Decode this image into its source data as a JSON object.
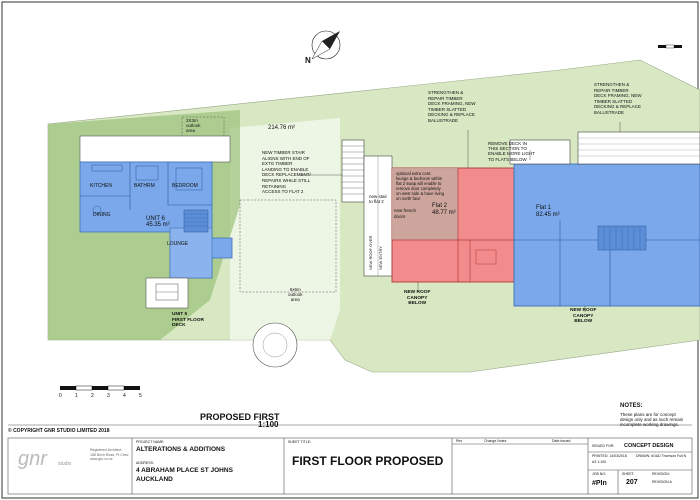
{
  "plan": {
    "lot_area": "214.76 m²",
    "rooms": {
      "kitchen": "KITCHEN",
      "bathrm": "BATHRM",
      "bedroom": "BEDROOM",
      "dining": "DINING",
      "unit6_name": "UNIT 6",
      "unit6_area": "45.35 m²",
      "lounge": "LOUNGE",
      "flat2_name": "Flat 2",
      "flat2_area": "48.77 m²",
      "flat1_name": "Flat 1",
      "flat1_area": "82.45 m²",
      "new_french_doors": "new french doors"
    },
    "notes": {
      "outlook_3x3": "3X3m\noutlook\narea",
      "outlook_6x6": "6x6m\noutlook\narea",
      "timber_stair": "NEW TIMBER STAIR\nALIGNS WITH END OF\nEXTG TIMBER\nLANDING TO ENABLE\nDECK REPLACEMENT/\nREPAIRS WHILE STILL\nRETAINING\nACCESS TO FLAT 2",
      "strengthen_1": "STRENGTHEN &\nREPAIR TIMBER\nDECK FRAMING, NEW\nTIMBER SLATTED\nDECKING & REPLACE\nBALUSTRADE",
      "strengthen_2": "STRENGTHEN &\nREPAIR TIMBER\nDECK FRAMING, NEW\nTIMBER SLATTED\nDECKING & REPLACE\nBALUSTRADE",
      "remove_deck": "REMOVE DECK IN\nTHIS SECTION TO\nENABLE MORE LIGHT\nTO FLATS BELOW",
      "optional_extra": "optional extra cost:\nlounge & bedroom within\nflat 2 swap will enable to\nremove door completely\non west side & have living\non north face",
      "new_stair": "new stair\nto flat 2",
      "new_roof_over": "NEW ROOF OVER",
      "new_entry": "NEW ENTRY",
      "canopy_1": "NEW ROOF\nCANOPY\nBELOW",
      "canopy_2": "NEW ROOF\nCANOPY\nBELOW",
      "unit5_deck": "UNIT 5\nFIRST FLOOR\nDECK"
    },
    "scale_bar_ticks": [
      "0",
      "1",
      "2",
      "3",
      "4",
      "5"
    ],
    "north_label": "N",
    "plan_title": "PROPOSED FIRST",
    "plan_scale": "1:100",
    "notes_heading": "NOTES:",
    "notes_text": "These plans are for concept\ndesign only and as such remain\nincomplete working drawings."
  },
  "title_block": {
    "copyright": "© COPYRIGHT GNR STUDIO LIMITED 2018",
    "project_name_label": "PROJECT NAME:",
    "project_name": "ALTERATIONS & ADDITIONS",
    "address_label": "ADDRESS:",
    "address_1": "4 ABRAHAM PLACE ST JOHNS",
    "address_2": "AUCKLAND",
    "sheet_title_label": "SHEET TITLE:",
    "sheet_title": "FIRST FLOOR PROPOSED",
    "rev_label": "Rev",
    "change_notes_label": "Change Notes",
    "date_issued_label": "Date issued",
    "issued_for_label": "ISSUED FOR:",
    "issued_for": "CONCEPT DESIGN",
    "printed": "PRINTED: 14/03/2018",
    "scale": "A3 1:100",
    "drawn": "DRAWN: #OAD Thomson Full N",
    "job_no_label": "JOB NO:",
    "job_no": "#PIn",
    "sheet_label": "SHEET:",
    "sheet_no": "207",
    "revision_label": "REVISION:",
    "revision": "REVISION A",
    "logo": "gnr",
    "logo_sub": "studio",
    "company_lines": "Registered Architect\n188 Birch Road, Pt Chev\nwww.gnr.co.nz"
  },
  "colors": {
    "lawn": "#d8e8c3",
    "lawn_dark": "#9fc47f",
    "blue": "#7aa8ea",
    "blue_dark": "#4a84d6",
    "red": "#f28b8b",
    "red_dark": "#d94f4f"
  }
}
